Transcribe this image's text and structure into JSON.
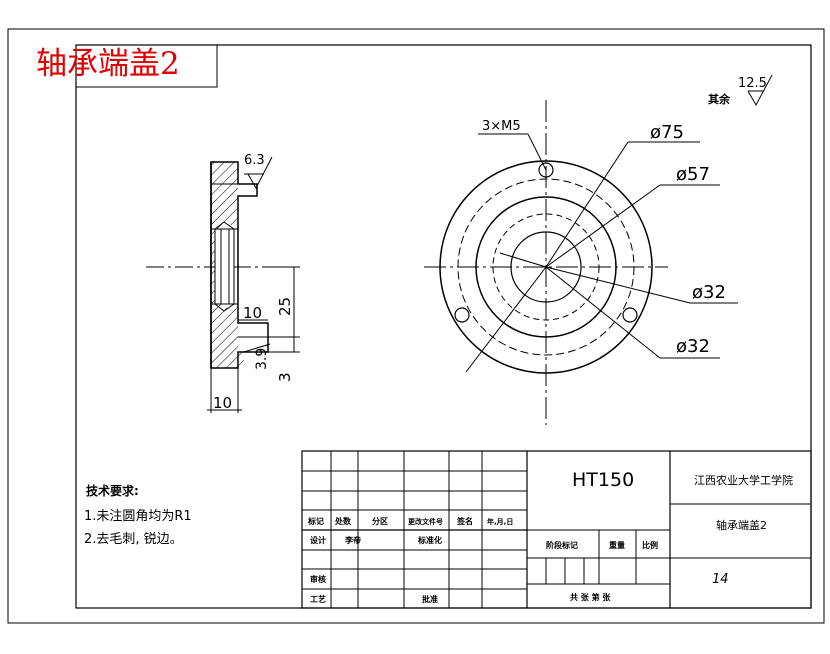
{
  "title": "轴承端盖2",
  "side_view": {
    "roughness_value": "6.3",
    "dim_10_upper": "10",
    "dim_25": "25",
    "dim_3_9": "3.9",
    "dim_3": "3",
    "dim_10_bottom": "10"
  },
  "front_view": {
    "holes_label": "3×M5",
    "dia_75": "ø75",
    "dia_57": "ø57",
    "dia_32a": "ø32",
    "dia_32b": "ø32"
  },
  "general_roughness": {
    "label": "其余",
    "value": "12.5"
  },
  "tech_requirements": {
    "heading": "技术要求:",
    "item1": "1.未注圆角均为R1",
    "item2": "2.去毛刺, 锐边。"
  },
  "title_block": {
    "material": "HT150",
    "school": "江西农业大学工学院",
    "part_name": "轴承端盖2",
    "scale_value": "14",
    "labels": {
      "mark": "标记",
      "count": "处数",
      "zone": "分区",
      "doc_no": "更改文件号",
      "sign": "签名",
      "date": "年,月,日",
      "design": "设计",
      "std_design": "标准化",
      "review": "审核",
      "process": "工艺",
      "approve": "批准",
      "stage": "阶段标记",
      "weight": "重量",
      "scale": "比例",
      "sheets": "共 张 第 张"
    },
    "mark_value": "李帝"
  }
}
